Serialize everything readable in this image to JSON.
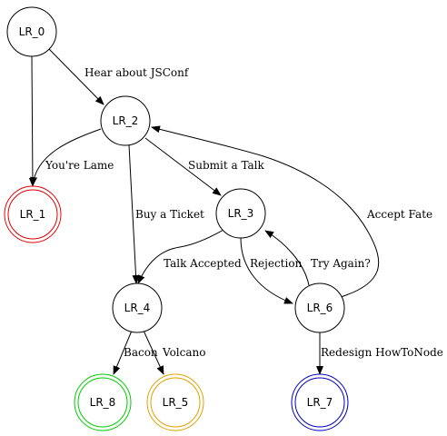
{
  "diagram": {
    "nodes": {
      "lr0": {
        "label": "LR_0",
        "color": "#000000"
      },
      "lr1": {
        "label": "LR_1",
        "color": "#e00000"
      },
      "lr2": {
        "label": "LR_2",
        "color": "#000000"
      },
      "lr3": {
        "label": "LR_3",
        "color": "#000000"
      },
      "lr4": {
        "label": "LR_4",
        "color": "#000000"
      },
      "lr5": {
        "label": "LR_5",
        "color": "#e0a000"
      },
      "lr6": {
        "label": "LR_6",
        "color": "#000000"
      },
      "lr7": {
        "label": "LR_7",
        "color": "#0000c0"
      },
      "lr8": {
        "label": "LR_8",
        "color": "#00cc00"
      }
    },
    "edges": {
      "lr0_lr2": "Hear about JSConf",
      "lr0_lr1": "",
      "lr2_lr1": "You're Lame",
      "lr2_lr3": "Submit a Talk",
      "lr2_lr4": "Buy a Ticket",
      "lr3_lr4": "Talk Accepted",
      "lr3_lr6": "Rejection",
      "lr6_lr3": "Try Again?",
      "lr6_lr2": "Accept Fate",
      "lr4_lr8": "Bacon",
      "lr4_lr5": "Volcano",
      "lr6_lr7": "Redesign HowToNode"
    }
  }
}
